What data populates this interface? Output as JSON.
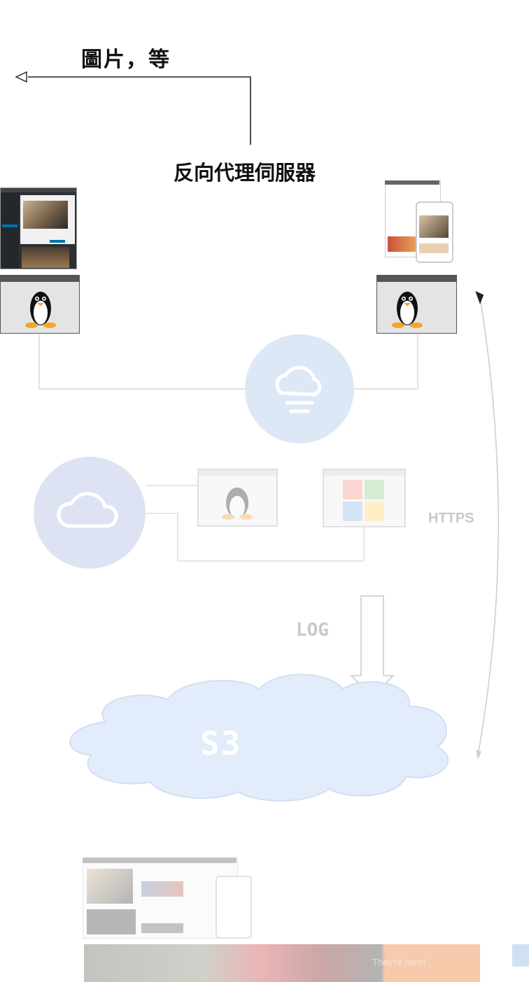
{
  "labels": {
    "images": "圖片，等",
    "reverse_proxy": "反向代理伺服器",
    "https": "HTTPS",
    "log": "LOG",
    "s3": "S3",
    "banner": "They're here!"
  },
  "colors": {
    "cloud_fill": "#dbe6f6",
    "s3_fill": "#e2ecfa",
    "line_dark": "#222222",
    "line_faded": "#d8d8d8",
    "text_faded": "#c9c9c9"
  },
  "icons": [
    "linux-penguin-icon",
    "cloud-icon",
    "windows-icon",
    "arrow-icon"
  ]
}
